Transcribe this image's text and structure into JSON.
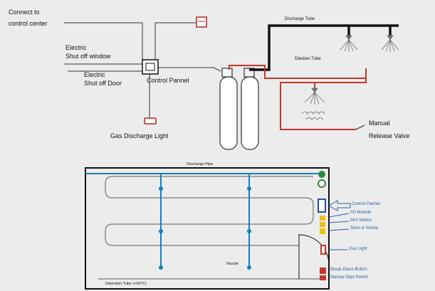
{
  "top": {
    "connect_line1": "Connect to",
    "connect_line2": "control center",
    "shutoff_window_line1": "Electric",
    "shutoff_window_line2": "Shut off window",
    "shutoff_door_line1": "Electric",
    "shutoff_door_line2": "Shut off Door",
    "control_panel": "Control Pannel",
    "gas_discharge_light": "Gas Discharge Light",
    "discharge_tube": "Discharge Tube",
    "detection_tube": "Diection Tube",
    "manual_release_line1": "Manual",
    "manual_release_line2": "Release Valve"
  },
  "plan": {
    "discharge_pipe": "Discharge Pipe",
    "nozzle": "Nozzle",
    "detection_tube": "Detection Tube (+60°C)",
    "legend": [
      {
        "label": "Control Pannel",
        "color": "#2a5fa8"
      },
      {
        "label": "I/O Module",
        "color": "#2a5fa8"
      },
      {
        "label": "M/A Switch",
        "color": "#2a5fa8"
      },
      {
        "label": "Siren & Strobe",
        "color": "#2a5fa8"
      },
      {
        "label": "Gas Light",
        "color": "#2a5fa8"
      },
      {
        "label": "Break Glass Button",
        "color": "#2a5fa8"
      },
      {
        "label": "Manual Start Switch",
        "color": "#2a5fa8"
      }
    ]
  },
  "colors": {
    "pipe": "#1a7fb3",
    "detection": "#c0392b",
    "discharge": "#111111",
    "panel": "#2a4fa8",
    "switch": "#e8c21a",
    "green": "#2e8b3e"
  }
}
